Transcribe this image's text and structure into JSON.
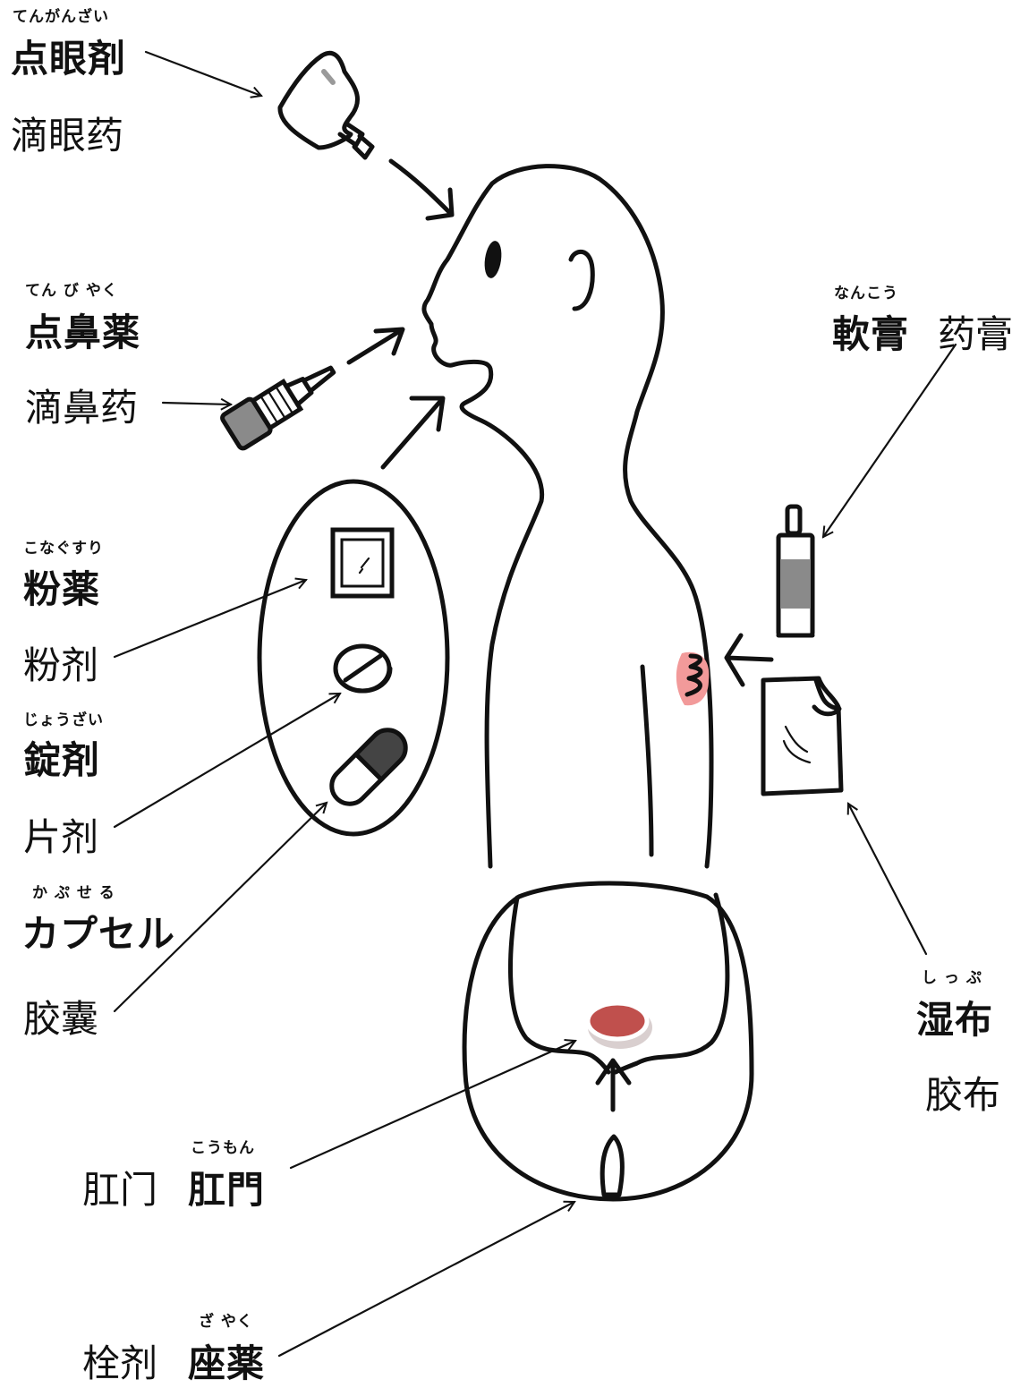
{
  "labels": {
    "eye_drops": {
      "ruby": "てんがんざい",
      "jp": "点眼剤",
      "cn": "滴眼药"
    },
    "nasal_drops": {
      "ruby": "てん び やく",
      "jp": "点鼻薬",
      "cn": "滴鼻药"
    },
    "ointment": {
      "ruby": "なんこう",
      "jp": "軟膏",
      "cn": "药膏"
    },
    "powder": {
      "ruby": "こなぐすり",
      "jp": "粉薬",
      "cn": "粉剂"
    },
    "tablet": {
      "ruby": "じょうざい",
      "jp": "錠剤",
      "cn": "片剂"
    },
    "capsule": {
      "ruby": "か ぷ せ る",
      "jp": "カプセル",
      "cn": "胶囊"
    },
    "poultice": {
      "ruby": "し っ ぷ",
      "jp": "湿布",
      "cn": "胶布"
    },
    "anus": {
      "ruby": "こうもん",
      "jp": "肛門",
      "cn": "肛门"
    },
    "suppository": {
      "ruby": "ざ やく",
      "jp": "座薬",
      "cn": "栓剂"
    }
  },
  "colors": {
    "ink": "#111111",
    "anus_red": "#c0504d",
    "patch_pink": "#f29a9a",
    "tube_grey": "#8a8a8a",
    "capsule_dark": "#444444"
  }
}
